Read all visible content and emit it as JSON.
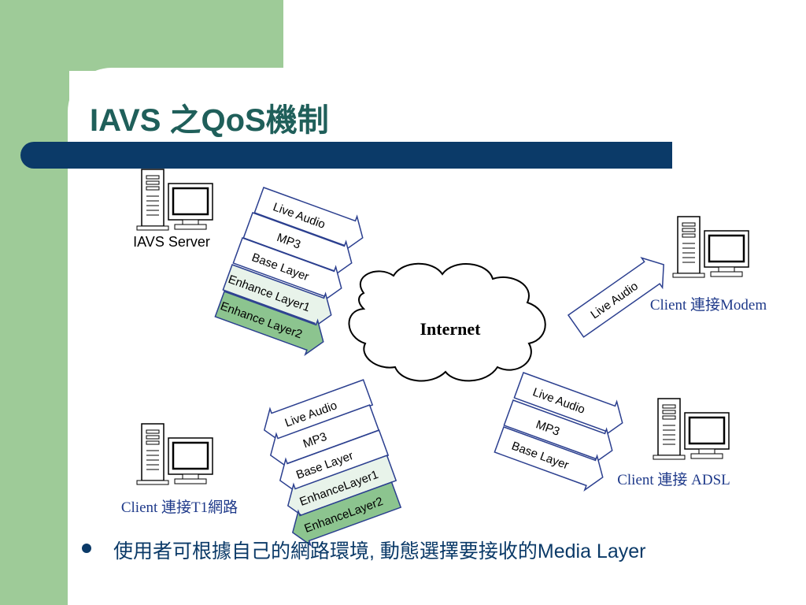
{
  "slide": {
    "title": "IAVS 之QoS機制",
    "bullet": "使用者可根據自己的網路環境, 動態選擇要接收的Media Layer"
  },
  "diagram": {
    "cloud_label": "Internet",
    "server_label": "IAVS Server",
    "client_modem_label": "Client 連接Modem",
    "client_adsl_label": "Client 連接 ADSL",
    "client_t1_label": "Client 連接T1網路",
    "server_arrows": [
      "Live Audio",
      "MP3",
      "Base Layer",
      "Enhance Layer1",
      "Enhance Layer2"
    ],
    "modem_arrows": [
      "Live Audio"
    ],
    "adsl_arrows": [
      "Live Audio",
      "MP3",
      "Base Layer"
    ],
    "t1_arrows": [
      "Live Audio",
      "MP3",
      "Base Layer",
      "EnhanceLayer1",
      "EnhanceLayer2"
    ]
  },
  "colors": {
    "accent_green": "#9ecb98",
    "title_bar": "#0b3a68",
    "title_text": "#1f5f5a",
    "arrow_stroke": "#2b3f8f",
    "enhance1_fill": "#e8f3ea",
    "enhance2_fill": "#8cc48f"
  }
}
